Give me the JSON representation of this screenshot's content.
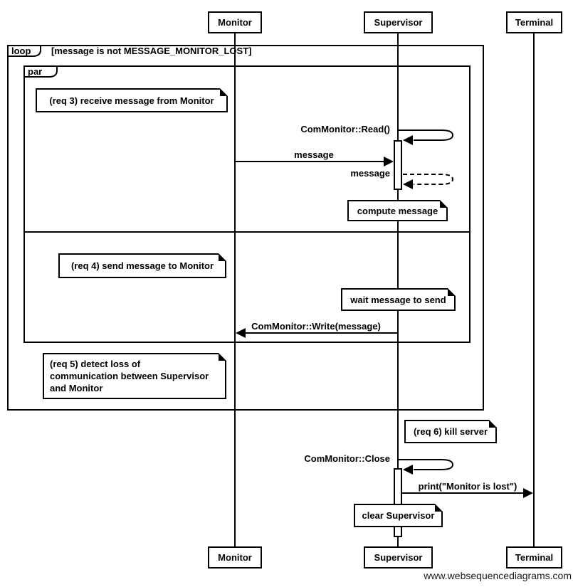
{
  "colors": {
    "line": "#000000",
    "background": "#ffffff"
  },
  "actors": {
    "monitor": "Monitor",
    "supervisor": "Supervisor",
    "terminal": "Terminal"
  },
  "frames": {
    "loop": {
      "label": "loop",
      "condition": "[message is not MESSAGE_MONITOR_LOST]"
    },
    "par": {
      "label": "par"
    }
  },
  "notes": {
    "req3": "(req 3) receive message from Monitor",
    "compute": "compute message",
    "req4": "(req 4) send message to Monitor",
    "wait": "wait message to send",
    "req5": "(req 5) detect loss of\ncommunication between Supervisor\nand Monitor",
    "req6": "(req 6) kill server",
    "clear": "clear Supervisor"
  },
  "messages": {
    "read": "ComMonitor::Read()",
    "message_in": "message",
    "message_return": "message",
    "write": "ComMonitor::Write(message)",
    "close": "ComMonitor::Close",
    "print": "print(\"Monitor is lost\")"
  },
  "watermark": "www.websequencediagrams.com"
}
